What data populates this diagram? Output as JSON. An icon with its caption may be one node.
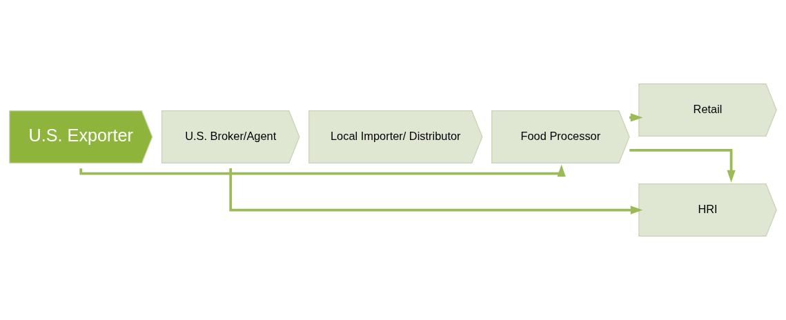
{
  "diagram": {
    "nodes": [
      {
        "text": [
          "U.S. Exporter"
        ]
      },
      {
        "text": [
          "U.S. Broker/Agent"
        ]
      },
      {
        "text": [
          "Local Importer/ Distributor"
        ]
      },
      {
        "text": [
          "Food Processor"
        ]
      },
      {
        "text": [
          "Retail"
        ]
      },
      {
        "text": [
          "HRI"
        ]
      }
    ],
    "edges": [
      {
        "from": 0,
        "to": 3,
        "arrow": "to"
      },
      {
        "from": 3,
        "to": 4,
        "arrow": "to"
      },
      {
        "from": 3,
        "to": 5,
        "arrow": "to"
      },
      {
        "from": 1,
        "to": 5,
        "arrow": "to"
      }
    ]
  }
}
